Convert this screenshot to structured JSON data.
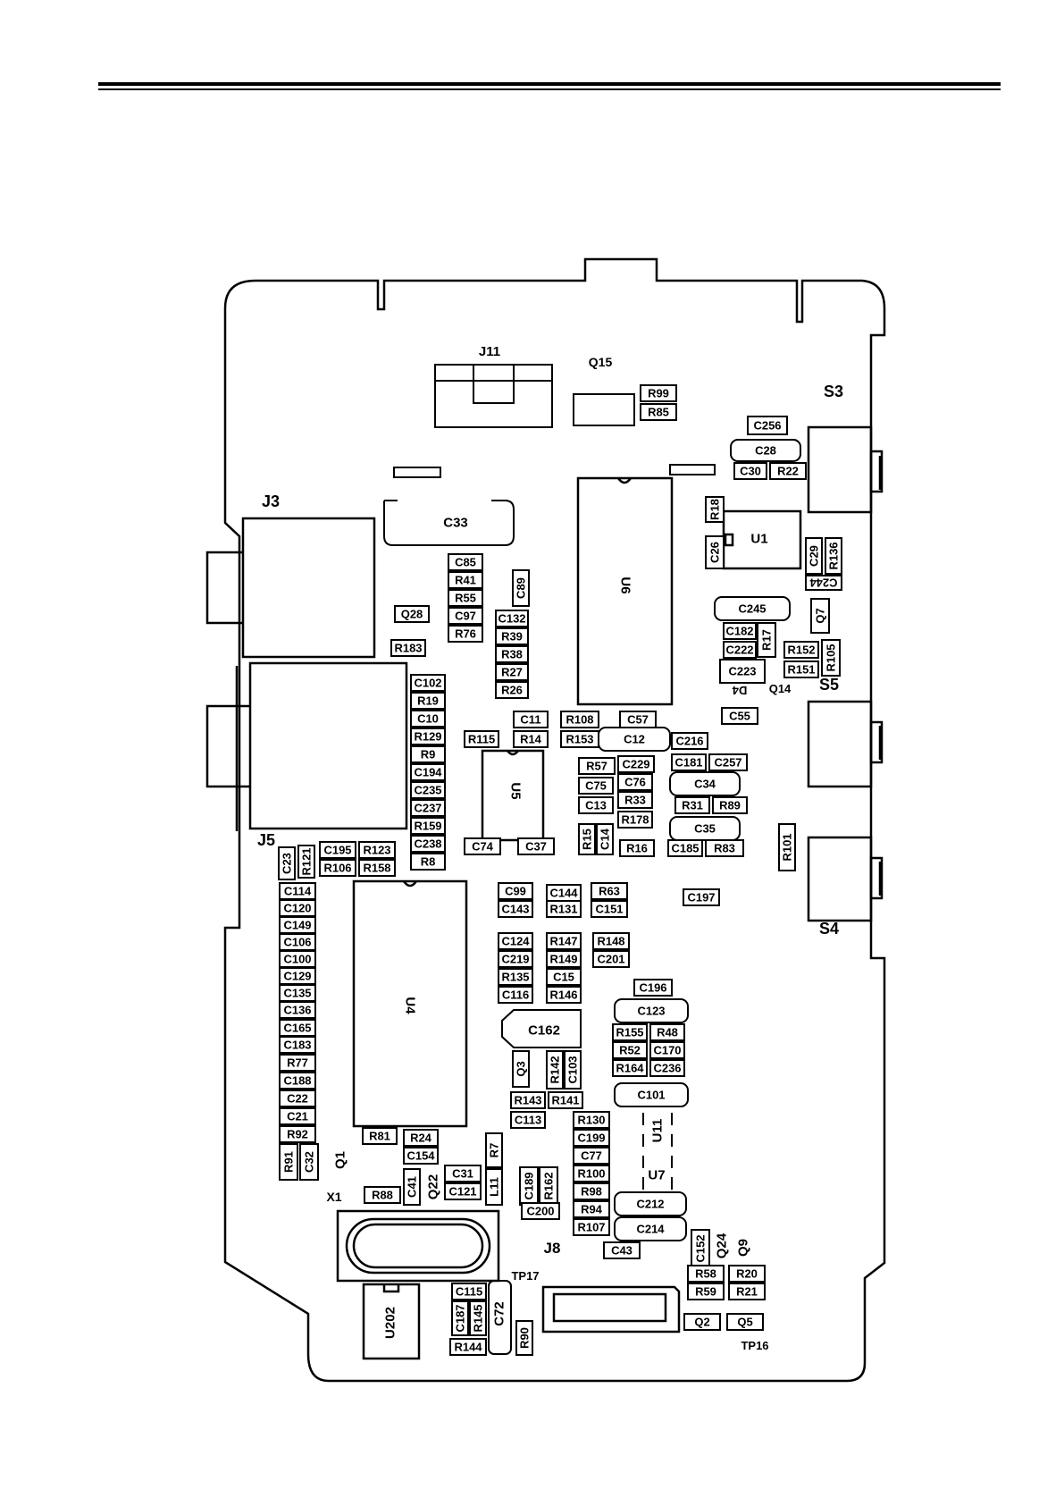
{
  "board": {
    "labels": {
      "J11": "J11",
      "Q15": "Q15",
      "S3": "S3",
      "J3": "J3",
      "J5": "J5",
      "S5": "S5",
      "S4": "S4",
      "X1": "X1",
      "J8": "J8",
      "TP17": "TP17",
      "TP16": "TP16",
      "Q14": "Q14",
      "D4": "D4"
    },
    "parts": {
      "R99": "R99",
      "R85": "R85",
      "C256": "C256",
      "C28": "C28",
      "C30": "C30",
      "R22": "R22",
      "C33": "C33",
      "R18": "R18",
      "C26": "C26",
      "U1": "U1",
      "C29": "C29",
      "R136": "R136",
      "C244": "C244",
      "C85": "C85",
      "R41": "R41",
      "R55": "R55",
      "C97": "C97",
      "R76": "R76",
      "C89": "C89",
      "U6": "U6",
      "Q28": "Q28",
      "R183": "R183",
      "C132": "C132",
      "R39": "R39",
      "R38": "R38",
      "R27": "R27",
      "R26": "R26",
      "C245": "C245",
      "Q7": "Q7",
      "C182": "C182",
      "R17": "R17",
      "C222": "C222",
      "C223": "C223",
      "R152": "R152",
      "R151": "R151",
      "R105": "R105",
      "C55": "C55",
      "C102": "C102",
      "R19": "R19",
      "C10": "C10",
      "R129": "R129",
      "R9": "R9",
      "C194": "C194",
      "C235": "C235",
      "C237": "C237",
      "R159": "R159",
      "C238": "C238",
      "R8": "R8",
      "C11": "C11",
      "R14": "R14",
      "R115": "R115",
      "U5": "U5",
      "C74": "C74",
      "C37": "C37",
      "R108": "R108",
      "R153": "R153",
      "C57": "C57",
      "C12": "C12",
      "C216": "C216",
      "R57": "R57",
      "C229": "C229",
      "C181": "C181",
      "C257": "C257",
      "C75": "C75",
      "C76": "C76",
      "C34": "C34",
      "C13": "C13",
      "R33": "R33",
      "R31": "R31",
      "R89": "R89",
      "R178": "R178",
      "C35": "C35",
      "R15": "R15",
      "C14": "C14",
      "R16": "R16",
      "C185": "C185",
      "R83": "R83",
      "R101": "R101",
      "C23": "C23",
      "R121": "R121",
      "C195": "C195",
      "R123": "R123",
      "R106": "R106",
      "R158": "R158",
      "C114": "C114",
      "C120": "C120",
      "C149": "C149",
      "C106": "C106",
      "C100": "C100",
      "C129": "C129",
      "C135": "C135",
      "C136": "C136",
      "C165": "C165",
      "C183": "C183",
      "R77": "R77",
      "C188": "C188",
      "C22": "C22",
      "C21": "C21",
      "R92": "R92",
      "R91": "R91",
      "C32": "C32",
      "U4": "U4",
      "C99": "C99",
      "C143": "C143",
      "C144": "C144",
      "R131": "R131",
      "R63": "R63",
      "C151": "C151",
      "C197": "C197",
      "C124": "C124",
      "C219": "C219",
      "R135": "R135",
      "C116": "C116",
      "R147": "R147",
      "R149": "R149",
      "C15": "C15",
      "R146": "R146",
      "R148": "R148",
      "C201": "C201",
      "C196": "C196",
      "C123": "C123",
      "C162": "C162",
      "R155": "R155",
      "R48": "R48",
      "R52": "R52",
      "C170": "C170",
      "R164": "R164",
      "C236": "C236",
      "Q3": "Q3",
      "R142": "R142",
      "C103": "C103",
      "C101": "C101",
      "R143": "R143",
      "R141": "R141",
      "C113": "C113",
      "R130": "R130",
      "U11": "U11",
      "R81": "R81",
      "R24": "R24",
      "C154": "C154",
      "Q1": "Q1",
      "R7": "R7",
      "C199": "C199",
      "C77": "C77",
      "U7": "U7",
      "C41": "C41",
      "Q22": "Q22",
      "C31": "C31",
      "C121": "C121",
      "L11": "L11",
      "C189": "C189",
      "R162": "R162",
      "R100": "R100",
      "R98": "R98",
      "C212": "C212",
      "R88": "R88",
      "C200": "C200",
      "R94": "R94",
      "C214": "C214",
      "R107": "R107",
      "C152": "C152",
      "Q24": "Q24",
      "Q9": "Q9",
      "C43": "C43",
      "R58": "R58",
      "R20": "R20",
      "R59": "R59",
      "R21": "R21",
      "C115": "C115",
      "U202": "U202",
      "C187": "C187",
      "R145": "R145",
      "C72": "C72",
      "R144": "R144",
      "R90": "R90",
      "Q2": "Q2",
      "Q5": "Q5"
    }
  }
}
